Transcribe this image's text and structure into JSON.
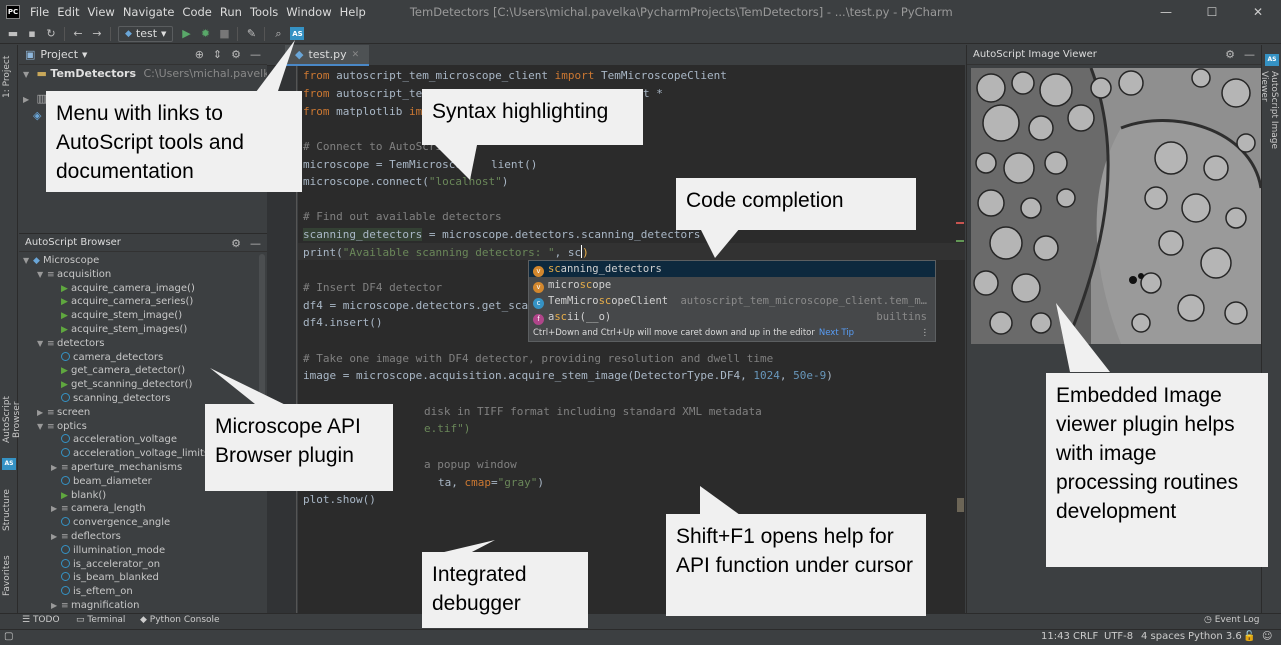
{
  "window": {
    "title": "TemDetectors [C:\\Users\\michal.pavelka\\PycharmProjects\\TemDetectors] - ...\\test.py - PyCharm",
    "logo": "PC",
    "controls": [
      "—",
      "☐",
      "✕"
    ]
  },
  "menu": [
    "File",
    "Edit",
    "View",
    "Navigate",
    "Code",
    "Run",
    "Tools",
    "Window",
    "Help"
  ],
  "toolbar": {
    "run_config": "test",
    "as_badge": "AS"
  },
  "left_stripe": {
    "project": "1: Project",
    "autoscript": "AutoScript Browser",
    "as_badge": "AS",
    "structure": "Structure",
    "favorites": "Favorites"
  },
  "project_panel": {
    "title": "Project",
    "root_name": "TemDetectors",
    "root_path": "C:\\Users\\michal.pavelka\\P"
  },
  "browser": {
    "title": "AutoScript Browser",
    "items": [
      {
        "label": "Microscope",
        "indent": 0,
        "icon": "fold"
      },
      {
        "label": "acquisition",
        "indent": 1,
        "icon": "list"
      },
      {
        "label": "acquire_camera_image()",
        "indent": 2,
        "icon": "play"
      },
      {
        "label": "acquire_camera_series()",
        "indent": 2,
        "icon": "play"
      },
      {
        "label": "acquire_stem_image()",
        "indent": 2,
        "icon": "play"
      },
      {
        "label": "acquire_stem_images()",
        "indent": 2,
        "icon": "play"
      },
      {
        "label": "detectors",
        "indent": 1,
        "icon": "list"
      },
      {
        "label": "camera_detectors",
        "indent": 2,
        "icon": "prop"
      },
      {
        "label": "get_camera_detector()",
        "indent": 2,
        "icon": "play"
      },
      {
        "label": "get_scanning_detector()",
        "indent": 2,
        "icon": "play"
      },
      {
        "label": "scanning_detectors",
        "indent": 2,
        "icon": "prop"
      },
      {
        "label": "screen",
        "indent": 1,
        "icon": "list-collapsed"
      },
      {
        "label": "optics",
        "indent": 1,
        "icon": "list"
      },
      {
        "label": "acceleration_voltage",
        "indent": 2,
        "icon": "prop"
      },
      {
        "label": "acceleration_voltage_limits",
        "indent": 2,
        "icon": "prop"
      },
      {
        "label": "aperture_mechanisms",
        "indent": 2,
        "icon": "list-collapsed"
      },
      {
        "label": "beam_diameter",
        "indent": 2,
        "icon": "prop"
      },
      {
        "label": "blank()",
        "indent": 2,
        "icon": "play"
      },
      {
        "label": "camera_length",
        "indent": 2,
        "icon": "list-collapsed"
      },
      {
        "label": "convergence_angle",
        "indent": 2,
        "icon": "prop"
      },
      {
        "label": "deflectors",
        "indent": 2,
        "icon": "list-collapsed"
      },
      {
        "label": "illumination_mode",
        "indent": 2,
        "icon": "prop"
      },
      {
        "label": "is_accelerator_on",
        "indent": 2,
        "icon": "prop"
      },
      {
        "label": "is_beam_blanked",
        "indent": 2,
        "icon": "prop"
      },
      {
        "label": "is_eftem_on",
        "indent": 2,
        "icon": "prop"
      },
      {
        "label": "magnification",
        "indent": 2,
        "icon": "list-collapsed"
      }
    ]
  },
  "editor": {
    "tab": "test.py",
    "lines": {
      "l1_kw": "from",
      "l1_mod": " autoscript_tem_microscope_client ",
      "l1_kw2": "import",
      "l1_name": " TemMicroscopeClient",
      "l2_kw": "from",
      "l2_mod": " autoscript_tem",
      "l2_tail": "t *",
      "l3_kw": "from",
      "l3_mod": " matplotlib ",
      "l3_kw2": "imp",
      "l5": "# Connect to AutoScript s",
      "l6": "microscope = TemMicroscop",
      "l6_tail": "lient()",
      "l7_a": "microscope.connect(",
      "l7_str": "\"localhost\"",
      "l7_b": ")",
      "l9": "# Find out available detectors",
      "l10_var": "scanning_detectors",
      "l10_rest": " = microscope.detectors.scanning_detectors",
      "l11_fn": "print(",
      "l11_str": "\"Available scanning detectors: \"",
      "l11_rest": ", sc",
      "l13": "# Insert DF4 detector",
      "l14": "df4 = microscope.detectors.get_scanni",
      "l15": "df4.insert()",
      "l17": "# Take one image with DF4 detector, providing resolution and dwell time",
      "l18_a": "image = microscope.acquisition.acquire_stem_image(DetectorType.DF4, ",
      "l18_n1": "1024",
      "l18_c": ", ",
      "l18_n2": "50e-9",
      "l18_d": ")",
      "l20": "disk in TIFF format including standard XML metadata",
      "l21": "e.tif\")",
      "l23": "a popup window",
      "l24_a": "ta, ",
      "l24_kw": "cmap",
      "l24_b": "=",
      "l24_str": "\"gray\"",
      "l24_c": ")",
      "l26": "plot.show()"
    }
  },
  "completion": {
    "items": [
      {
        "badge": "v",
        "pre": "",
        "match": "sc",
        "post": "anning_detectors",
        "type": ""
      },
      {
        "badge": "v",
        "pre": "micro",
        "match": "sc",
        "post": "ope",
        "type": ""
      },
      {
        "badge": "c",
        "pre": "TemMicro",
        "match": "sc",
        "post": "opeClient",
        "type": "autoscript_tem_microscope_client.tem_m…"
      },
      {
        "badge": "f",
        "pre": "a",
        "match": "sc",
        "post": "ii(__o)",
        "type": "builtins"
      }
    ],
    "footer": "Ctrl+Down and Ctrl+Up will move caret down and up in the editor",
    "next_tip": "Next Tip"
  },
  "viewer": {
    "title": "AutoScript Image Viewer",
    "stripe_label": "AutoScript Image Viewer",
    "as_badge": "AS"
  },
  "bottom_tools": {
    "todo": "TODO",
    "terminal": "Terminal",
    "python_console": "Python Console",
    "event_log": "Event Log"
  },
  "status": {
    "position": "11:43",
    "line_sep": "CRLF",
    "encoding": "UTF-8",
    "indent": "4 spaces",
    "interpreter": "Python 3.6"
  },
  "callouts": {
    "menu": "Menu with links to AutoScript tools and documentation",
    "syntax": "Syntax highlighting",
    "completion": "Code completion",
    "browser": "Microscope API Browser plugin",
    "viewer": "Embedded Image viewer  plugin helps with image processing routines development",
    "help": "Shift+F1 opens help for API  function under cursor",
    "debugger": "Integrated debugger"
  },
  "colors": {
    "keyword": "#cc7832",
    "comment": "#808080",
    "string": "#6a8759",
    "number": "#6897bb",
    "accent": "#3592c4",
    "callout_bg": "#f0f0f0"
  }
}
